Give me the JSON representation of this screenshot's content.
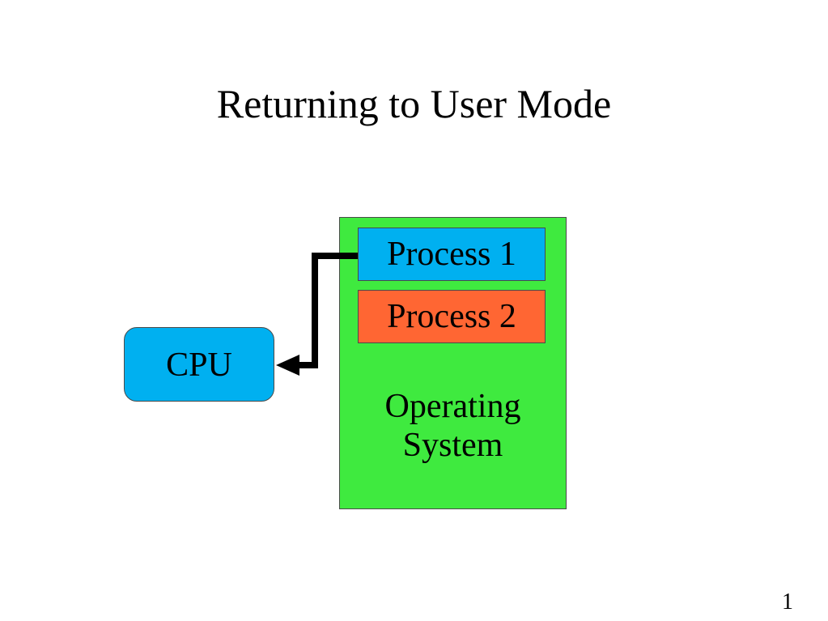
{
  "slide": {
    "title": "Returning to User Mode",
    "page_number": "1"
  },
  "diagram": {
    "os": {
      "label": "Operating\nSystem",
      "color": "#3fea3f"
    },
    "process_1": {
      "label": "Process 1",
      "color": "#00b0f0"
    },
    "process_2": {
      "label": "Process 2",
      "color": "#ff6633"
    },
    "cpu": {
      "label": "CPU",
      "color": "#00b0f0"
    },
    "connector_color": "#000000"
  }
}
